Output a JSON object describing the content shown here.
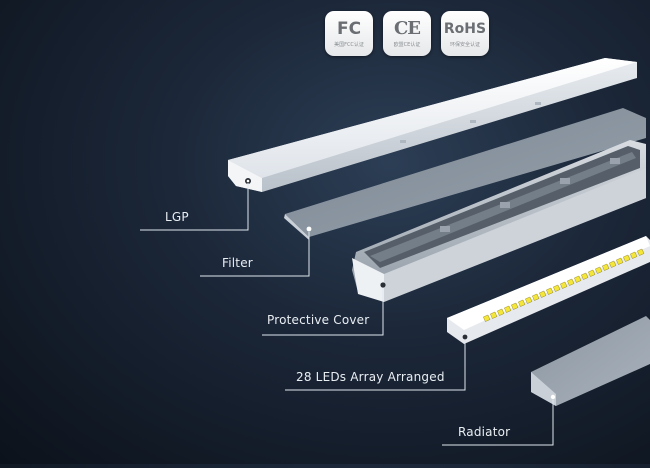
{
  "certifications": [
    {
      "mark": "FC",
      "caption": "美国FCC认证",
      "icon": "fcc-logo"
    },
    {
      "mark": "CE",
      "caption": "欧盟CE认证",
      "icon": "ce-logo"
    },
    {
      "mark": "RoHS",
      "caption": "环保安全认证",
      "icon": "rohs-logo"
    }
  ],
  "components": [
    {
      "id": "lgp",
      "label": "LGP"
    },
    {
      "id": "filter",
      "label": "Filter"
    },
    {
      "id": "protective-cover",
      "label": "Protective Cover"
    },
    {
      "id": "leds",
      "label": "28 LEDs Array Arranged"
    },
    {
      "id": "radiator",
      "label": "Radiator"
    }
  ],
  "colors": {
    "background": "#17212f",
    "led": "#f5e63a",
    "leader_line": "#dfe6ee"
  }
}
